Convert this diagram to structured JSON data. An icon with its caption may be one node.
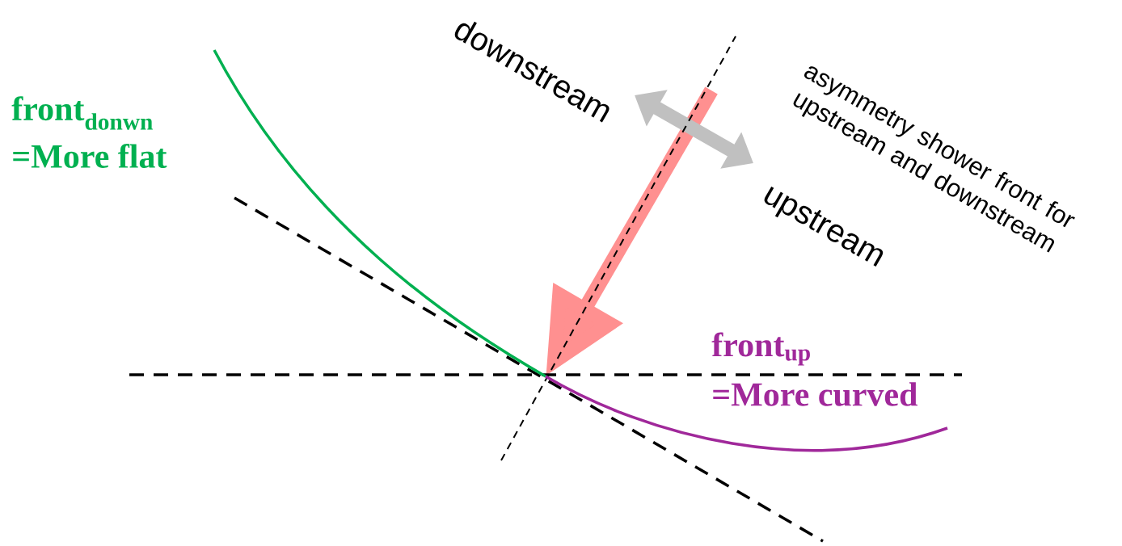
{
  "diagram": {
    "labels": [
      "downstream",
      "asymmetry shower front for upstream and downstream",
      "upstream",
      "front$_{donwn}$",
      "=More flat",
      "front$_{up}$",
      "=More curved"
    ]
  }
}
